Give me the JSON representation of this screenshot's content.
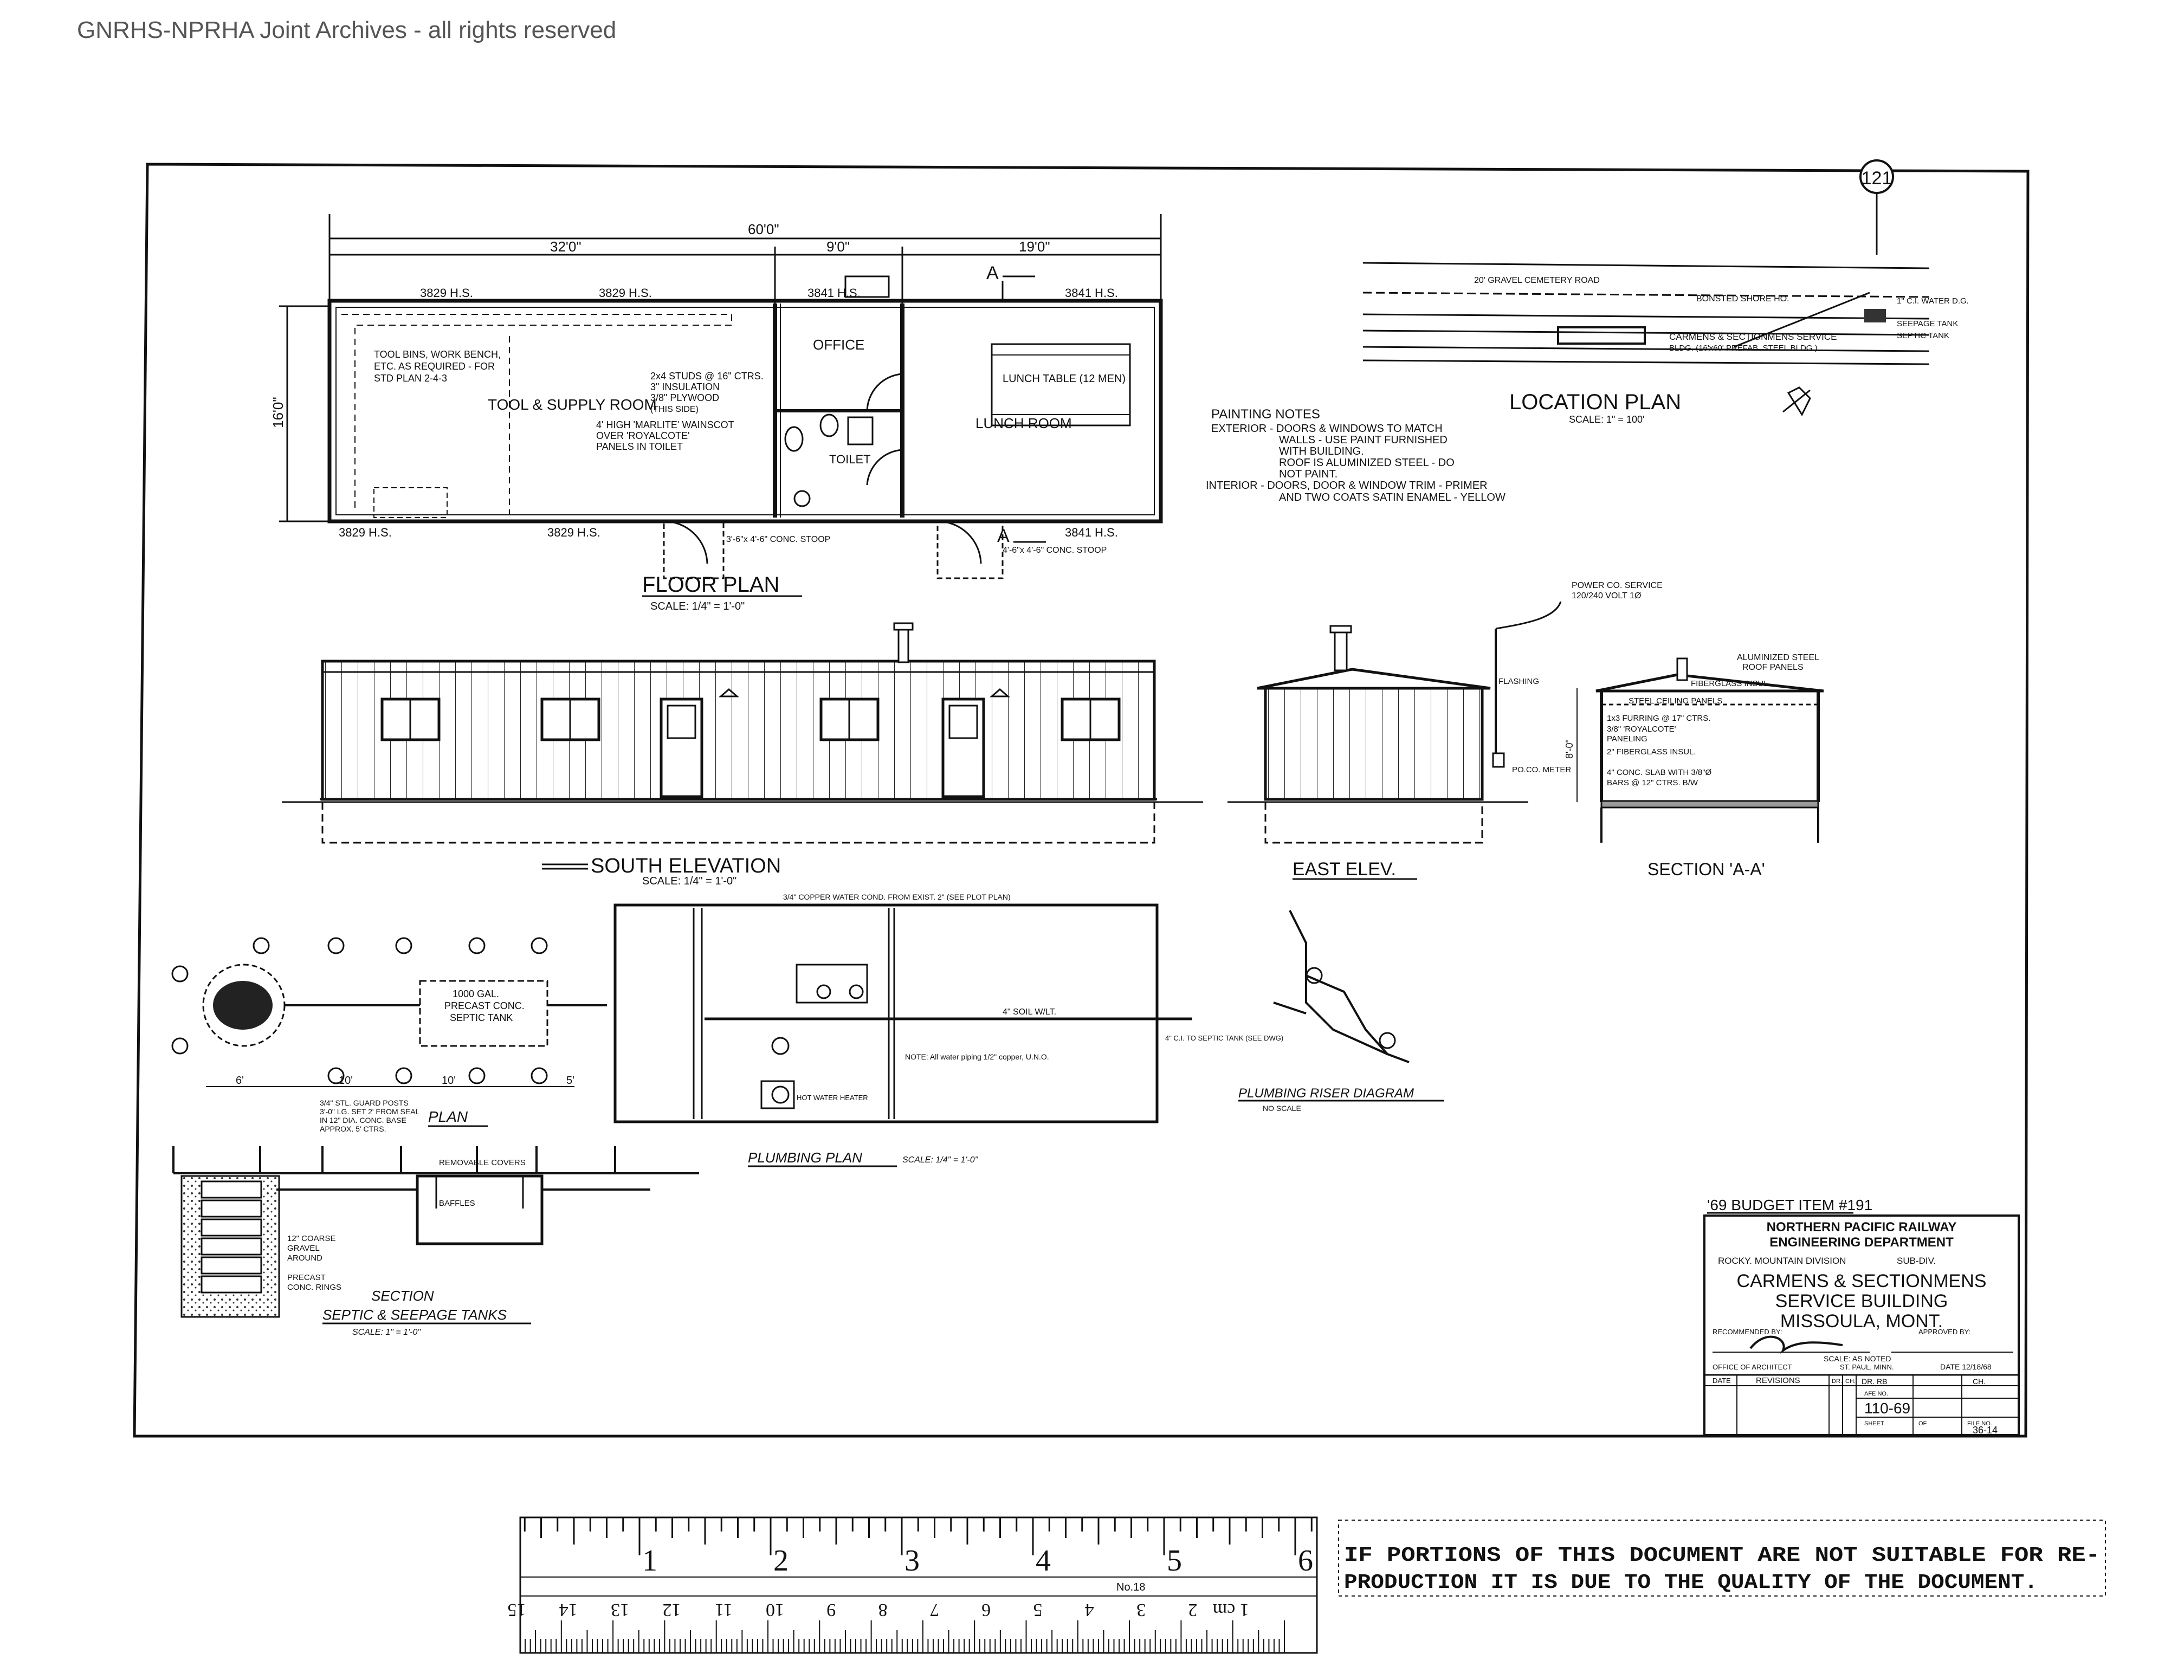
{
  "watermark": "GNRHS-NPRHA Joint Archives - all rights reserved",
  "sheet_number": "121",
  "floor_plan": {
    "title": "FLOOR PLAN",
    "scale": "SCALE: 1/4\" = 1'-0\"",
    "dim_overall": "60'0\"",
    "dim_1": "32'0\"",
    "dim_2": "9'0\"",
    "dim_3": "19'0\"",
    "dim_depth": "16'0\"",
    "window_1": "3829 H.S.",
    "window_2": "3829 H.S.",
    "window_3": "3841 H.S.",
    "window_4": "3841 H.S.",
    "window_5": "3829 H.S.",
    "window_6": "3829 H.S.",
    "window_7": "3841 H.S.",
    "room_tool": "TOOL & SUPPLY ROOM",
    "room_tool_ref": "(THIS SIDE)",
    "room_office": "OFFICE",
    "room_toilet": "TOILET",
    "room_lunch": "LUNCH ROOM",
    "lunch_table": "LUNCH TABLE (12 MEN)",
    "note_tool_1": "TOOL BINS, WORK BENCH,",
    "note_tool_2": "ETC. AS REQUIRED - FOR",
    "note_tool_3": "STD PLAN 2-4-3",
    "note_wall_1": "2x4 STUDS @ 16\" CTRS.",
    "note_wall_2": "3\" INSULATION",
    "note_wall_3": "3/8\" PLYWOOD",
    "note_wall_4": "(THIS SIDE)",
    "note_marlite_1": "4' HIGH 'MARLITE' WAINSCOT",
    "note_marlite_2": "OVER 'ROYALCOTE'",
    "note_marlite_3": "PANELS IN TOILET",
    "stoop_1": "3'-6\"x 4'-6\" CONC. STOOP",
    "stoop_2": "4'-6\"x 4'-6\" CONC. STOOP",
    "section_mark": "A"
  },
  "painting_notes": {
    "title": "PAINTING NOTES",
    "line_1": "EXTERIOR - DOORS & WINDOWS TO MATCH",
    "line_2": "WALLS - USE PAINT FURNISHED",
    "line_3": "WITH BUILDING.",
    "line_4": "ROOF IS ALUMINIZED STEEL - DO",
    "line_5": "NOT PAINT.",
    "line_6": "INTERIOR - DOORS, DOOR & WINDOW TRIM - PRIMER",
    "line_7": "AND TWO COATS SATIN ENAMEL - YELLOW"
  },
  "location_plan": {
    "title": "LOCATION PLAN",
    "scale": "SCALE: 1\" = 100'",
    "label_road": "20' GRAVEL CEMETERY ROAD",
    "label_track": "BONSTED SHORE HO.",
    "label_water": "1\" C.I. WATER D.G.",
    "label_septic": "SEPTIC TANK",
    "label_seepage": "SEEPAGE TANK",
    "label_bldg_1": "CARMENS & SECTIONMENS SERVICE",
    "label_bldg_2": "BLDG. (16'x60' PREFAB. STEEL BLDG.)"
  },
  "south_elevation": {
    "title": "SOUTH ELEVATION",
    "scale": "SCALE: 1/4\" = 1'-0\""
  },
  "east_elevation": {
    "title": "EAST ELEV.",
    "label_power_1": "POWER CO. SERVICE",
    "label_power_2": "120/240 VOLT 1Ø",
    "label_flashing": "FLASHING",
    "label_meter": "PO.CO. METER"
  },
  "section_aa": {
    "title": "SECTION 'A-A'",
    "label_1": "ALUMINIZED STEEL",
    "label_1b": "ROOF PANELS",
    "label_2": "FIBERGLASS INSUL.",
    "label_3": "STEEL CEILING PANELS",
    "label_4": "1x3 FURRING @ 17\" CTRS.",
    "label_5": "3/8\" 'ROYALCOTE'",
    "label_5b": "PANELING",
    "label_6": "2\" FIBERGLASS INSUL.",
    "label_7": "4\" CONC. SLAB WITH 3/8\"Ø",
    "label_7b": "BARS @ 12\" CTRS. B/W",
    "dim_height": "8'-0\""
  },
  "septic_plan": {
    "title": "PLAN",
    "tank_1": "1000 GAL.",
    "tank_2": "PRECAST CONC.",
    "tank_3": "SEPTIC TANK",
    "dim_a": "6'",
    "dim_b": "10'",
    "dim_c": "10'",
    "dim_d": "5'",
    "note_1": "3/4\" STL. GUARD POSTS",
    "note_2": "3'-0\" LG. SET 2' FROM SEAL",
    "note_3": "IN 12\" DIA. CONC. BASE",
    "note_4": "APPROX. 5' CTRS."
  },
  "septic_section": {
    "title_1": "SECTION",
    "title_2": "SEPTIC & SEEPAGE TANKS",
    "scale": "SCALE: 1\" = 1'-0\"",
    "label_baffles": "BAFFLES",
    "label_covers": "REMOVABLE COVERS",
    "label_gravel_1": "12\" COARSE",
    "label_gravel_2": "GRAVEL",
    "label_gravel_3": "AROUND",
    "label_rings_1": "PRECAST",
    "label_rings_2": "CONC. RINGS"
  },
  "plumbing_plan": {
    "title": "PLUMBING PLAN",
    "scale": "SCALE: 1/4\" = 1'-0\"",
    "note_1": "3/4\" COPPER WATER COND. FROM EXIST. 2\" (SEE PLOT PLAN)",
    "note_2": "4\" SOIL W/LT.",
    "note_3": "NOTE: All water piping 1/2\" copper, U.N.O.",
    "note_4": "4\" C.I. TO SEPTIC TANK (SEE DWG)",
    "note_5": "HOT WATER HEATER"
  },
  "riser_diagram": {
    "title": "PLUMBING RISER DIAGRAM",
    "scale": "NO SCALE"
  },
  "title_block": {
    "budget": "'69 BUDGET ITEM #191",
    "railway": "NORTHERN PACIFIC RAILWAY",
    "dept": "ENGINEERING DEPARTMENT",
    "division_label": "ROCKY. MOUNTAIN DIVISION",
    "subdiv_label": "SUB-DIV.",
    "name_1": "CARMENS & SECTIONMENS",
    "name_2": "SERVICE BUILDING",
    "name_3": "MISSOULA, MONT.",
    "recommended": "RECOMMENDED BY:",
    "approved": "APPROVED BY:",
    "office": "OFFICE OF ARCHITECT",
    "city": "ST. PAUL, MINN.",
    "scale": "SCALE: AS NOTED",
    "date": "DATE 12/18/68",
    "col_date": "DATE",
    "col_revisions": "REVISIONS",
    "col_dr": "DR.",
    "col_ch": "CH.",
    "dr_by": "DR. RB",
    "ch_label": "CH.",
    "afe_label": "AFE NO.",
    "afe_no": "110-69",
    "sheet_label": "SHEET",
    "of_label": "OF",
    "file_label": "FILE NO.",
    "file_no": "36-14"
  },
  "ruler": {
    "top_labels": [
      "1",
      "2",
      "3",
      "4",
      "5",
      "6"
    ],
    "bottom_labels": [
      "1 cm",
      "2",
      "3",
      "4",
      "5",
      "6",
      "7",
      "8",
      "9",
      "10",
      "11",
      "12",
      "13",
      "14",
      "15"
    ],
    "maker": "No.18"
  },
  "notice": {
    "line_1": "IF PORTIONS OF THIS DOCUMENT ARE NOT SUITABLE FOR RE-",
    "line_2": "PRODUCTION IT IS DUE TO THE QUALITY OF THE DOCUMENT."
  }
}
